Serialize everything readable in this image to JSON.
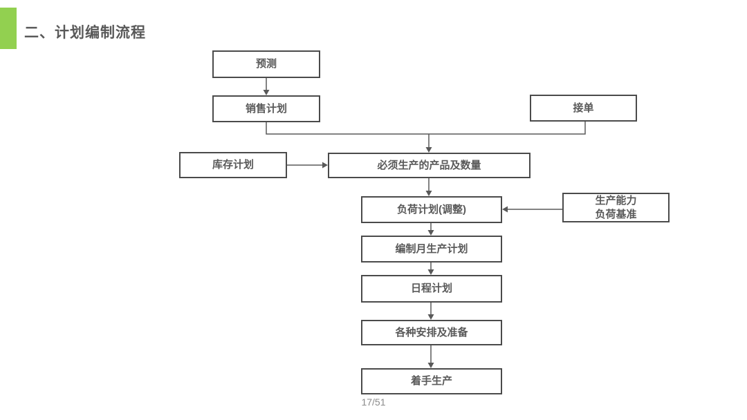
{
  "header": {
    "title": "二、计划编制流程"
  },
  "footer": {
    "page_number": "17/51"
  },
  "colors": {
    "accent_green": "#92D050",
    "box_border_gray": "#4a4a4a",
    "text_gray": "#595959",
    "connector_gray": "#595959",
    "page_number_gray": "#8a8a8a"
  },
  "nodes": {
    "forecast": {
      "label": "预测"
    },
    "sales_plan": {
      "label": "销售计划"
    },
    "order_receiving": {
      "label": "接单"
    },
    "inventory_plan": {
      "label": "库存计划"
    },
    "required_products": {
      "label": "必须生产的产品及数量"
    },
    "load_plan": {
      "label": "负荷计划(调整)"
    },
    "capacity_baseline": {
      "lines": [
        "生产能力",
        "负荷基准"
      ]
    },
    "monthly_plan": {
      "label": "编制月生产计划"
    },
    "schedule_plan": {
      "label": "日程计划"
    },
    "arrangements": {
      "label": "各种安排及准备"
    },
    "start_production": {
      "label": "着手生产"
    }
  }
}
